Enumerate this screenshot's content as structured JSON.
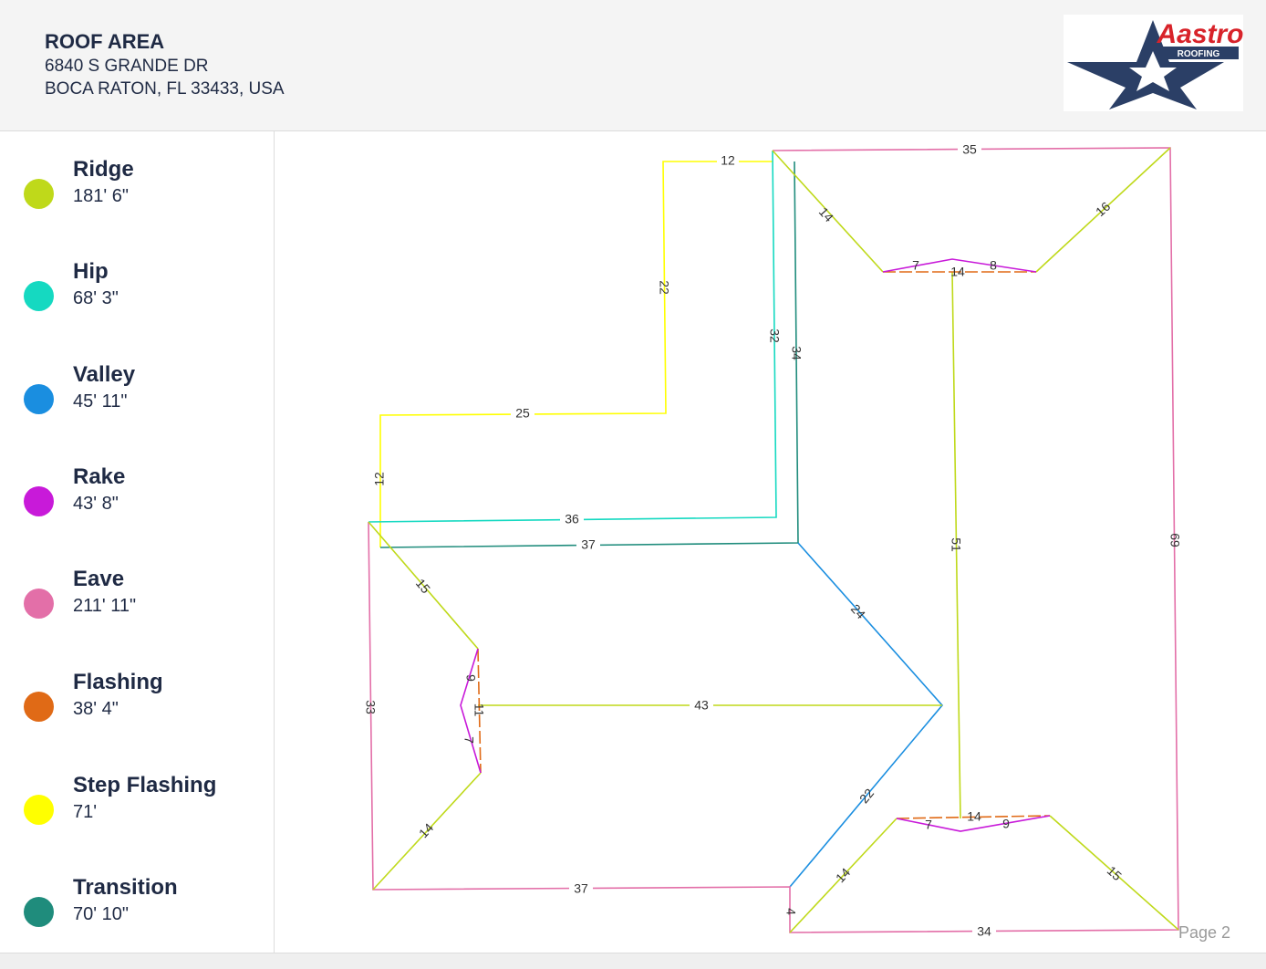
{
  "header": {
    "title": "ROOF AREA",
    "address_line1": "6840 S GRANDE DR",
    "address_line2": "BOCA RATON, FL 33433, USA"
  },
  "logo": {
    "text": "Aastro",
    "sub": "ROOFING"
  },
  "colors": {
    "ridge": "#bfd91a",
    "hip": "#15d9c1",
    "valley": "#1a8ee0",
    "rake": "#c81ad9",
    "eave": "#e36fa8",
    "flashing": "#e06a16",
    "step_flashing": "#ffff00",
    "transition": "#1f8c7c",
    "brand_blue": "#2b3f66",
    "brand_red": "#d8232a"
  },
  "legend": [
    {
      "key": "ridge",
      "name": "Ridge",
      "length": "181' 6\""
    },
    {
      "key": "hip",
      "name": "Hip",
      "length": "68' 3\""
    },
    {
      "key": "valley",
      "name": "Valley",
      "length": "45' 11\""
    },
    {
      "key": "rake",
      "name": "Rake",
      "length": "43' 8\""
    },
    {
      "key": "eave",
      "name": "Eave",
      "length": "211' 11\""
    },
    {
      "key": "flashing",
      "name": "Flashing",
      "length": "38' 4\""
    },
    {
      "key": "step_flashing",
      "name": "Step Flashing",
      "length": "71'"
    },
    {
      "key": "transition",
      "name": "Transition",
      "length": "70' 10\""
    }
  ],
  "page_label": "Page 2"
}
